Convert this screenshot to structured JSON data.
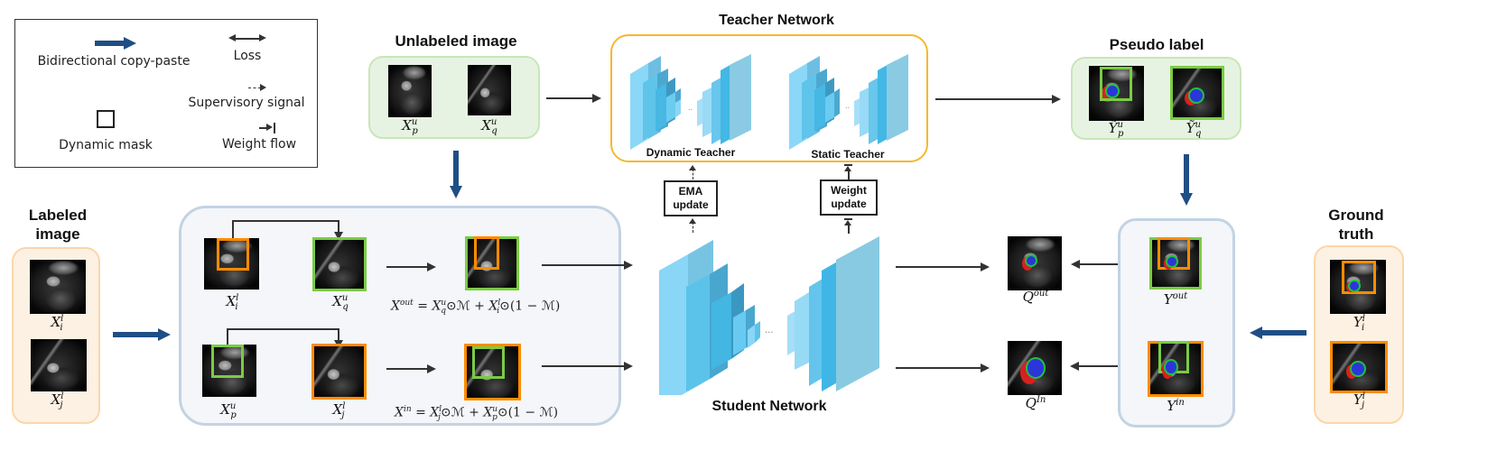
{
  "legend": {
    "bidirectional_copy_paste": "Bidirectional copy-paste",
    "loss": "Loss",
    "supervisory_signal": "Supervisory signal",
    "dynamic_mask": "Dynamic mask",
    "weight_flow": "Weight flow"
  },
  "sections": {
    "unlabeled_image": "Unlabeled image",
    "teacher_network": "Teacher Network",
    "pseudo_label": "Pseudo label",
    "labeled_image_line1": "Labeled",
    "labeled_image_line2": "image",
    "ground_truth_line1": "Ground",
    "ground_truth_line2": "truth",
    "student_network": "Student Network"
  },
  "teacher": {
    "dynamic_teacher": "Dynamic Teacher",
    "static_teacher": "Static Teacher"
  },
  "updates": {
    "ema_line1": "EMA",
    "ema_line2": "update",
    "weight_line1": "Weight",
    "weight_line2": "update"
  },
  "symbols": {
    "X": "X",
    "Y": "Y",
    "Q": "Q",
    "u": "u",
    "l": "l",
    "p": "p",
    "q": "q",
    "i": "i",
    "j": "j",
    "out": "out",
    "in": "in",
    "In": "In",
    "Ytilde": "Ỹ"
  },
  "formulas": {
    "x_out": "X^out = X_q^u ⊙ M + X_i^l ⊙ (1 − M)",
    "x_in": "X^in = X_j^l ⊙ M + X_p^u ⊙ (1 − M)",
    "eq": "=",
    "odot": "⊙",
    "M": "ℳ",
    "plus": "+",
    "one_minus_open": "(1 − ",
    "close": ")"
  },
  "ellipsis": "···"
}
